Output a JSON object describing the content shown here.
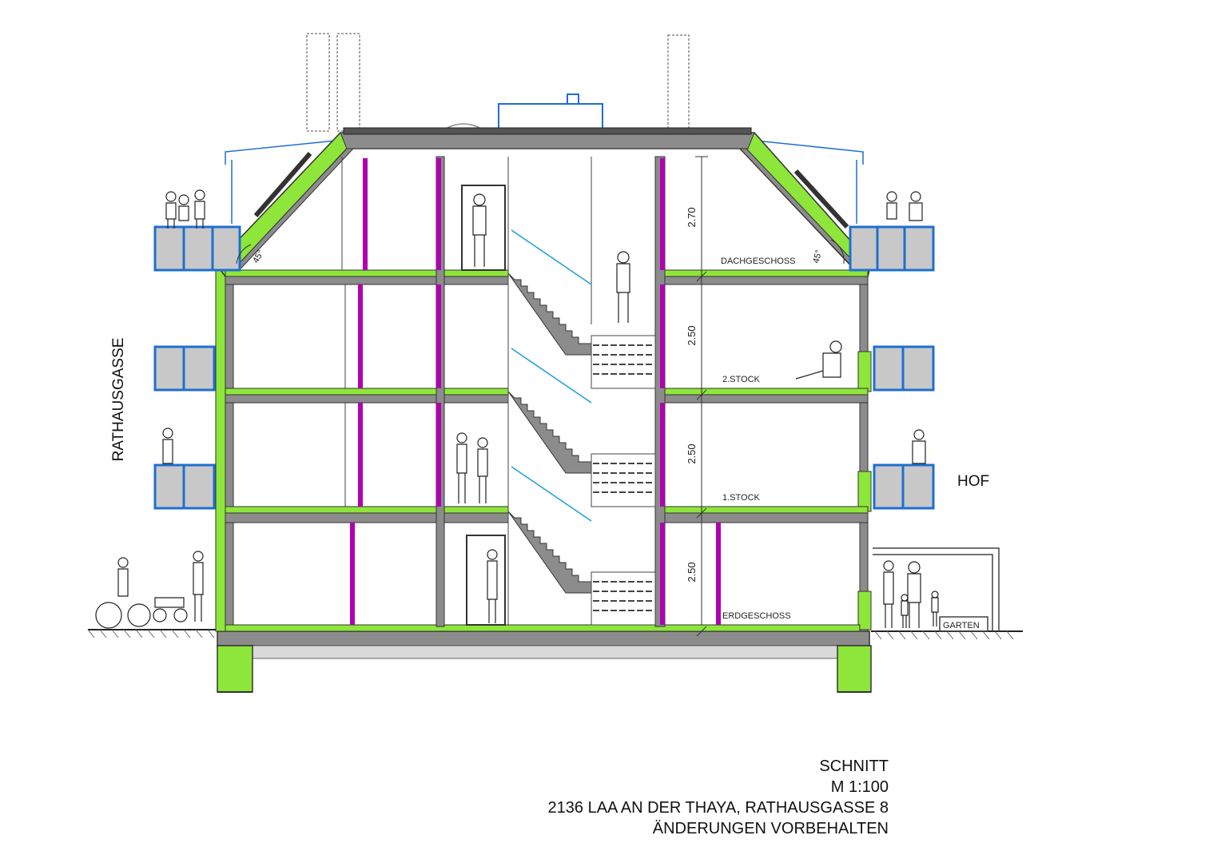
{
  "labels": {
    "street_side": "RATHAUSGASSE",
    "yard_side": "HOF",
    "garden": "GARTEN",
    "roof_angle": "45°"
  },
  "floors": [
    {
      "name": "DACHGESCHOSS",
      "height": "2.70"
    },
    {
      "name": "2.STOCK",
      "height": "2.50"
    },
    {
      "name": "1.STOCK",
      "height": "2.50"
    },
    {
      "name": "ERDGESCHOSS",
      "height": "2.50"
    }
  ],
  "title_block": {
    "line1": "SCHNITT",
    "line2": "M 1:100",
    "line3": "2136 LAA AN DER THAYA, RATHAUSGASSE 8",
    "line4": "ÄNDERUNGEN VORBEHALTEN"
  },
  "colors": {
    "structure": "#8c8c8c",
    "insulation": "#8ee63a",
    "partition": "#b000b0",
    "balcony": "#1e6fd0",
    "glass": "#c8c8c8",
    "stair_rail": "#1aa0d8"
  }
}
